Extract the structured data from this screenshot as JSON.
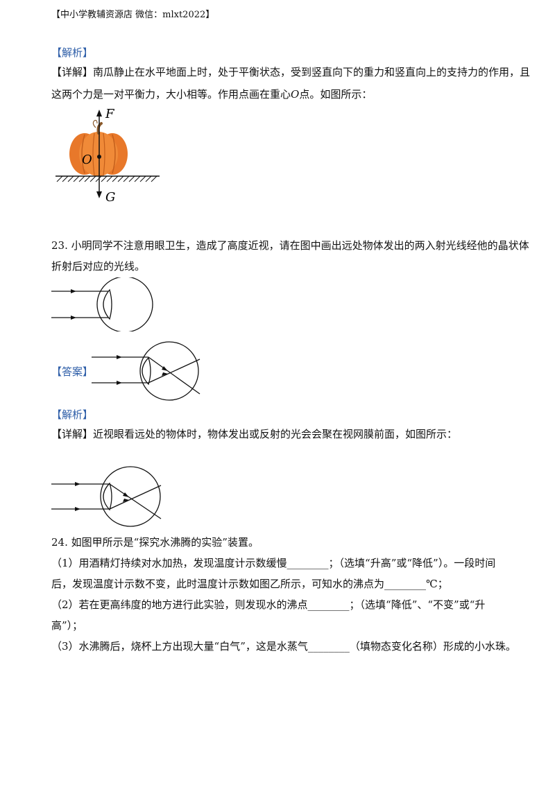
{
  "header": "【中小学教辅资源店  微信：mlxt2022】",
  "jiexi_label_1": "【解析】",
  "detail_1": {
    "label": "【详解】",
    "line1": "南瓜静止在水平地面上时，处于平衡状态，受到竖直向下的重力和竖直向上的支持力的作用，且",
    "line2_a": "这两个力是一对平衡力，大小相等。作用点画在重心",
    "line2_o": "O",
    "line2_b": "点。如图所示："
  },
  "pumpkin_figure": {
    "label_f": "F",
    "label_o": "O",
    "label_g": "G",
    "pumpkin_color": "#E8782A",
    "stem_color": "#8B5A2B"
  },
  "q23": {
    "line1": "23. 小明同学不注意用眼卫生，造成了高度近视，请在图中画出远处物体发出的两入射光线经他的晶状体",
    "line2": "折射后对应的光线。"
  },
  "answer_label": "【答案】",
  "jiexi_label_2": "【解析】",
  "detail_2": {
    "label": "【详解】",
    "line1": "近视眼看远处的物体时，物体发出或反射的光会会聚在视网膜前面，如图所示："
  },
  "q24": {
    "line1": "24. 如图甲所示是“探究水沸腾的实验”装置。",
    "line2": "（1）用酒精灯持续对水加热，发现温度计示数缓慢________；（选填“升高”或“降低”）。一段时间",
    "line3": "后，发现温度计示数不变，此时温度计示数如图乙所示，可知水的沸点为________℃；",
    "line4": "（2）若在更高纬度的地方进行此实验，则发现水的沸点________；（选填“降低”、“不变”或“升",
    "line5": "高”）；",
    "line6": "（3）水沸腾后，烧杯上方出现大量“白气”，这是水蒸气________（填物态变化名称）形成的小水珠。"
  }
}
